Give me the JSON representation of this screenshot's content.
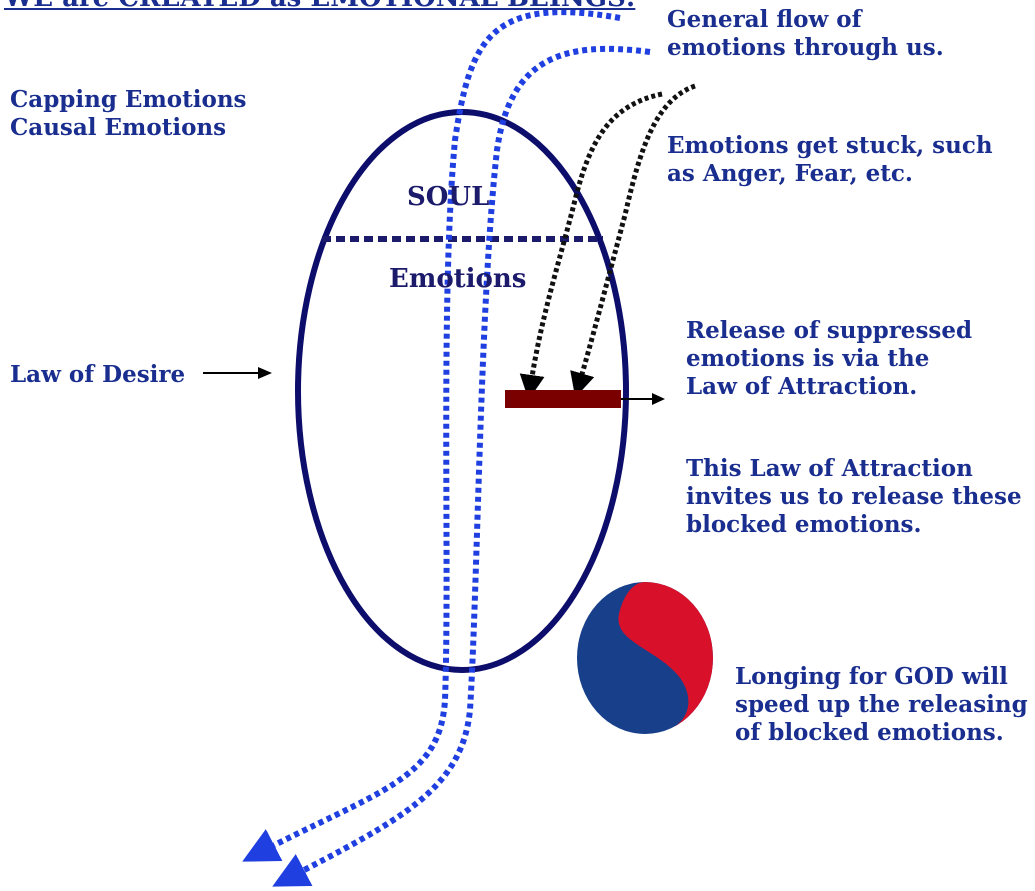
{
  "title": "WE are CREATED as EMOTIONAL BEINGS:",
  "labels": {
    "general_flow": [
      "General flow of",
      "emotions through us."
    ],
    "capping": [
      "Capping Emotions",
      "Causal Emotions"
    ],
    "stuck": [
      "Emotions get stuck, such",
      "as Anger, Fear, etc."
    ],
    "soul": "SOUL",
    "emotions": "Emotions",
    "release": [
      "Release of suppressed",
      "emotions is via the",
      "Law of Attraction."
    ],
    "law_of_desire": "Law of Desire",
    "attraction_invites": [
      "This Law of Attraction",
      "invites us to release these",
      "blocked emotions."
    ],
    "longing": [
      "Longing for GOD will",
      "speed up the releasing",
      "of blocked emotions."
    ]
  },
  "colors": {
    "ellipse": "#0d0d6b",
    "flow": "#1f3fe0",
    "stuck": "#111111",
    "bar": "#7a0000",
    "text_blue": "#1a2e8f",
    "text_navy": "#1b1a6b",
    "taeguk_blue": "#173f8a",
    "taeguk_red": "#d8102a"
  }
}
